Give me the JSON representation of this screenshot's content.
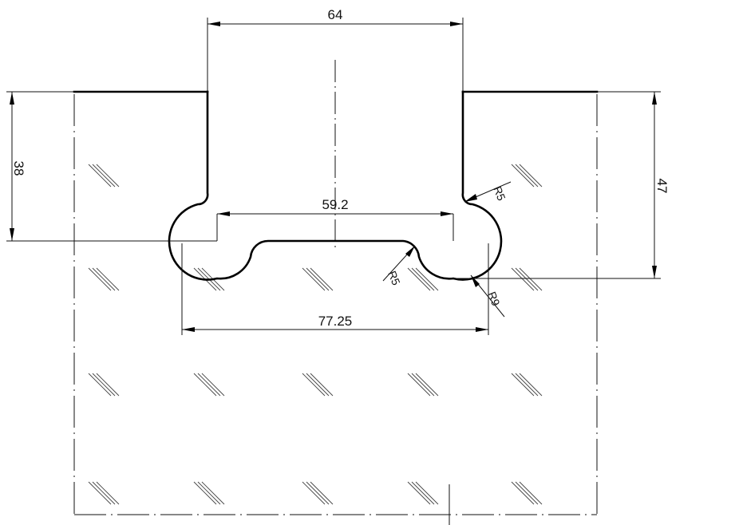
{
  "dimensions": {
    "top_width": "64",
    "inner_width": "59.2",
    "outer_width": "77.25",
    "left_height": "38",
    "right_height": "47",
    "radius_right_upper": "R5",
    "radius_bottom_middle": "R5",
    "radius_bottom_right": "R9"
  }
}
